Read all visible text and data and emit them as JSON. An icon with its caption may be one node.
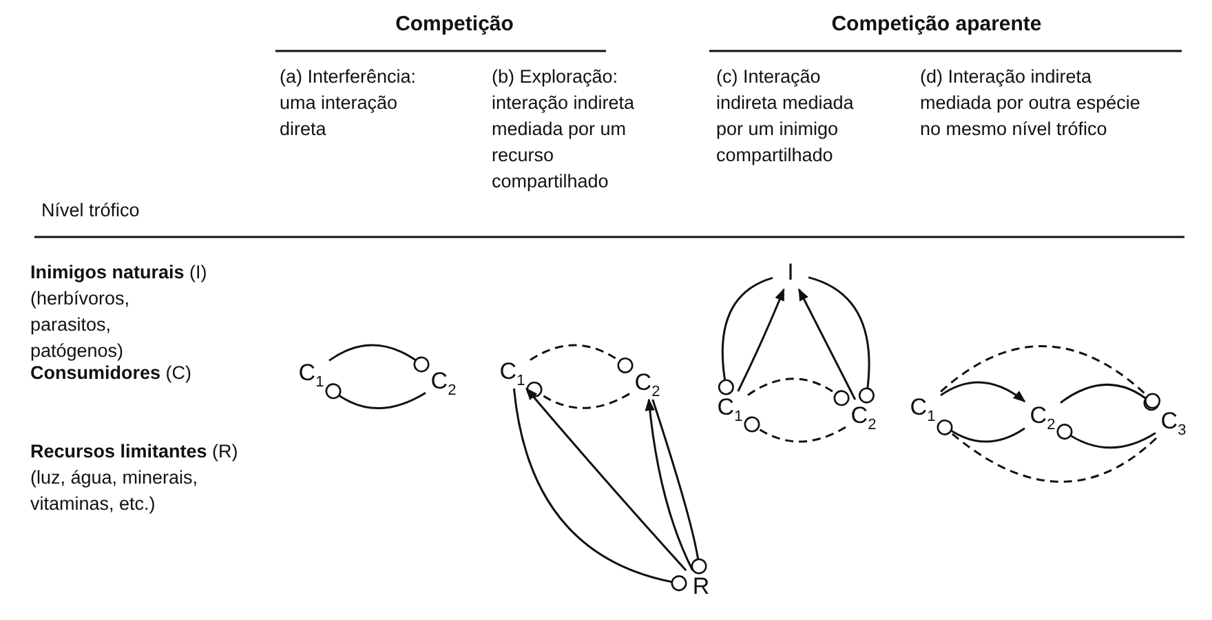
{
  "diagram": {
    "nodes": [
      {
        "text": [
          "C$_{1}$"
        ]
      },
      {
        "text": [
          "C$_{2}$"
        ]
      },
      {
        "text": [
          "C$_{1}$"
        ]
      },
      {
        "text": [
          "C$_{2}$"
        ]
      },
      {
        "text": [
          "R"
        ]
      },
      {
        "text": [
          "I"
        ]
      },
      {
        "text": [
          "C$_{1}$"
        ]
      },
      {
        "text": [
          "C$_{2}$"
        ]
      },
      {
        "text": [
          "C$_{1}$"
        ]
      },
      {
        "text": [
          "C$_{2}$"
        ]
      },
      {
        "text": [
          "C$_{3}$"
        ]
      }
    ],
    "edges": [
      {
        "from": 0,
        "to": 1,
        "arrow": "other"
      },
      {
        "from": 1,
        "to": 0,
        "arrow": "other"
      },
      {
        "from": 2,
        "to": 3,
        "arrow": "other",
        "style": "dashed"
      },
      {
        "from": 3,
        "to": 2,
        "arrow": "other",
        "style": "dashed"
      },
      {
        "from": 4,
        "to": 2,
        "arrow": "to"
      },
      {
        "from": 2,
        "to": 4,
        "arrow": "other"
      },
      {
        "from": 4,
        "to": 3,
        "arrow": "to"
      },
      {
        "from": 3,
        "to": 4,
        "arrow": "other"
      },
      {
        "from": 5,
        "to": 6,
        "arrow": "other"
      },
      {
        "from": 6,
        "to": 5,
        "arrow": "to"
      },
      {
        "from": 7,
        "to": 5,
        "arrow": "to"
      },
      {
        "from": 5,
        "to": 7,
        "arrow": "other"
      },
      {
        "from": 6,
        "to": 7,
        "arrow": "other",
        "style": "dashed"
      },
      {
        "from": 7,
        "to": 6,
        "arrow": "other",
        "style": "dashed"
      },
      {
        "from": 8,
        "to": 9,
        "arrow": "to"
      },
      {
        "from": 9,
        "to": 8,
        "arrow": "to"
      },
      {
        "from": 9,
        "to": 10,
        "arrow": "other"
      },
      {
        "from": 10,
        "to": 9,
        "arrow": "other"
      },
      {
        "from": 8,
        "to": 10,
        "arrow": "other",
        "style": "dashed"
      },
      {
        "from": 10,
        "to": 8,
        "arrow": "other",
        "style": "dashed"
      }
    ],
    "labels": [
      "Competição",
      "Competição aparente",
      "(a) Interferência: uma interação direta",
      "(b) Exploração: interação indireta mediada por um recurso compartilhado",
      "(c) Interação indireta mediada por um inimigo compartilhado",
      "(d) Interação indireta mediada por outra espécie no mesmo nível trófico",
      "Nível trófico",
      "**Inimigos naturais** (I)",
      "(herbívoros, parasitos, patógenos)",
      "**Consumidores** (C)",
      "**Recursos limitantes** (R)",
      "(luz, água, minerais, vitaminas, etc.)"
    ]
  }
}
